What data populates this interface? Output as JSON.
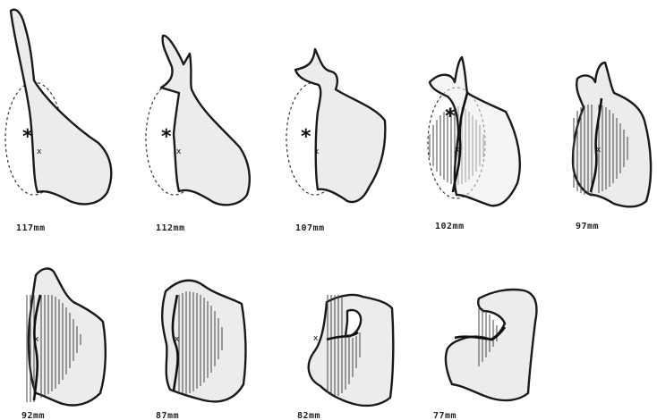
{
  "panels": [
    {
      "label": "117mm",
      "has_asterisk": true,
      "has_dashed_outline": true,
      "has_hatching": false
    },
    {
      "label": "112mm",
      "has_asterisk": true,
      "has_dashed_outline": true,
      "has_hatching": false
    },
    {
      "label": "107mm",
      "has_asterisk": true,
      "has_dashed_outline": true,
      "has_hatching": false
    },
    {
      "label": "102mm",
      "has_asterisk": true,
      "has_dashed_outline": true,
      "has_hatching": true
    },
    {
      "label": "97mm",
      "has_asterisk": false,
      "has_dashed_outline": false,
      "has_hatching": true
    },
    {
      "label": "92mm",
      "has_asterisk": false,
      "has_dashed_outline": false,
      "has_hatching": true
    },
    {
      "label": "87mm",
      "has_asterisk": false,
      "has_dashed_outline": false,
      "has_hatching": true
    },
    {
      "label": "82mm",
      "has_asterisk": false,
      "has_dashed_outline": false,
      "has_hatching": true
    },
    {
      "label": "77mm",
      "has_asterisk": false,
      "has_dashed_outline": false,
      "has_hatching": true
    }
  ],
  "symbols": {
    "asterisk": "*",
    "cross": "x"
  },
  "colors": {
    "fill": "#ececec",
    "stroke": "#1a1a1a",
    "hatch": "#444444"
  }
}
